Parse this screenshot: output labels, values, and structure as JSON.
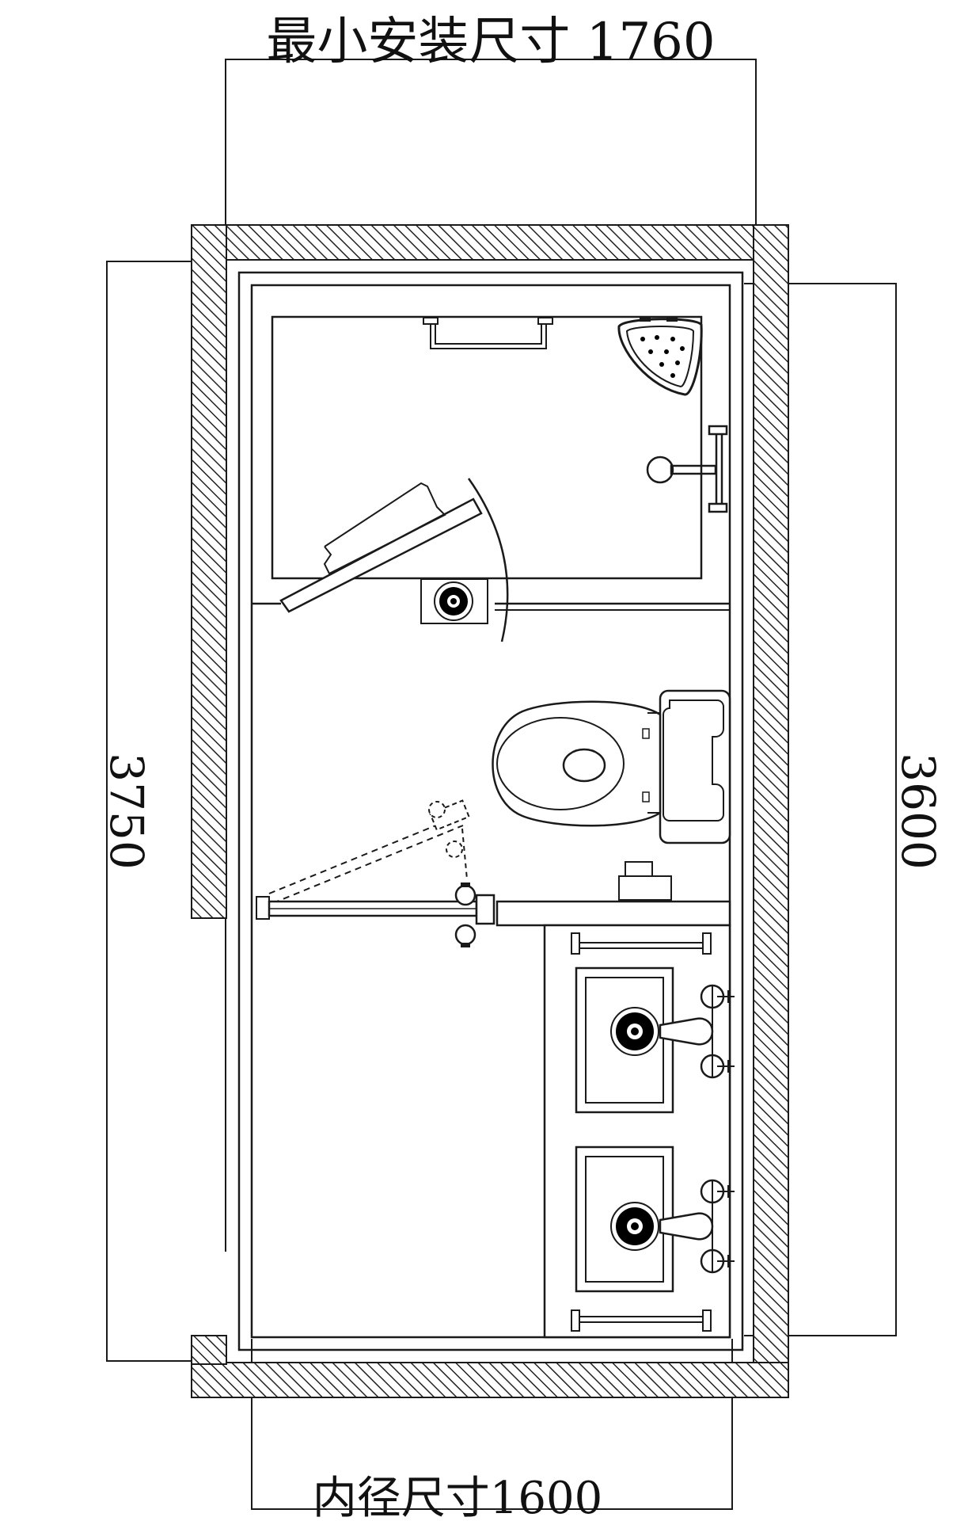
{
  "diagram": {
    "dimensions": {
      "top": "最小安装尺寸 1760",
      "bottom": "内径尺寸1600",
      "left": "3750",
      "right": "3600"
    },
    "colors": {
      "line": "#1a1a1a",
      "wall_hatch": "#222222",
      "background": "#ffffff",
      "fixture_dark": "#000000"
    },
    "fixtures": [
      "shower-head-icon",
      "towel-bar-icon",
      "shower-valve-icon",
      "floor-drain-icon",
      "toilet-icon",
      "grab-bar-icon",
      "sink-icon",
      "faucet-icon"
    ]
  }
}
